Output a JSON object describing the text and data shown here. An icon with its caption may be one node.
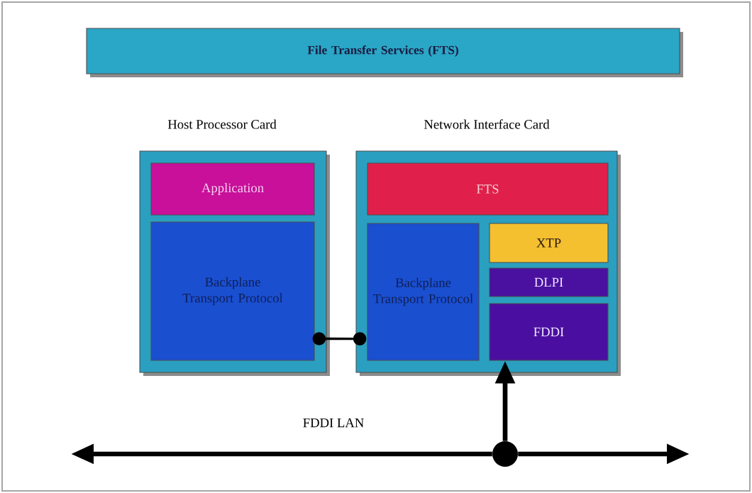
{
  "diagram": {
    "nodes": [
      {
        "text": [
          "File Transfer Services (FTS)"
        ]
      },
      {
        "text": [
          "Host Processor Card"
        ]
      },
      {
        "text": [
          "Application"
        ],
        "in": 1
      },
      {
        "text": [
          "Backplane Transport Protocol"
        ],
        "in": 1
      },
      {
        "text": [
          "Network Interface Card"
        ]
      },
      {
        "text": [
          "FTS"
        ],
        "in": 4
      },
      {
        "text": [
          "Backplane Transport Protocol"
        ],
        "in": 4
      },
      {
        "text": [
          "XTP"
        ],
        "in": 4
      },
      {
        "text": [
          "DLPI"
        ],
        "in": 4
      },
      {
        "text": [
          "FDDI"
        ],
        "in": 4
      },
      {
        "text": [],
        "shape": "circle"
      }
    ],
    "edges": [
      {
        "from": 3,
        "to": 6,
        "arrow": "other"
      },
      {
        "from": 10,
        "to": null,
        "arrow": "to"
      },
      {
        "from": 10,
        "to": null,
        "arrow": "to"
      },
      {
        "from": 10,
        "to": 9,
        "arrow": "to"
      }
    ],
    "labels": [
      "FDDI LAN"
    ]
  }
}
